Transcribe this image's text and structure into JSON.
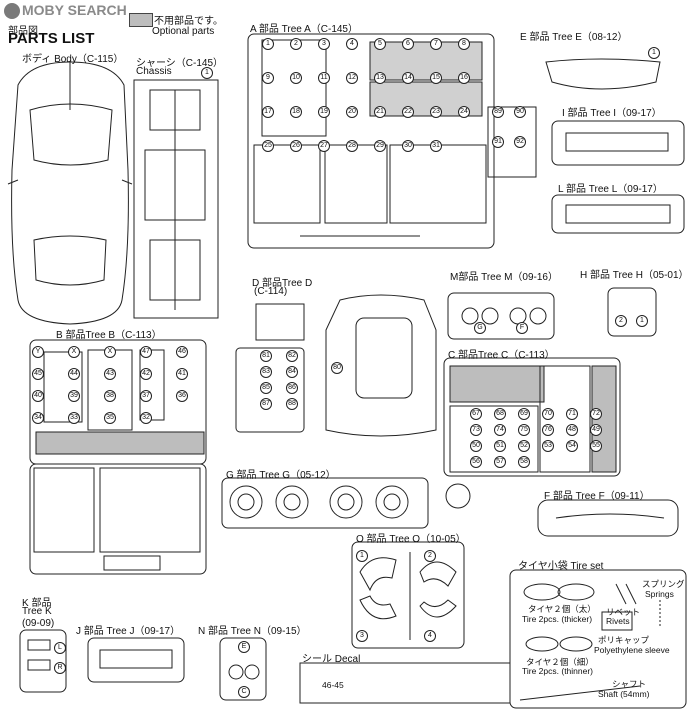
{
  "watermark": "MOBY SEARCH",
  "header": {
    "jp": "部品図",
    "en": "PARTS LIST",
    "legend_jp": "不用部品です。",
    "legend_en": "Optional parts"
  },
  "parts": {
    "body": "ボディ Body（C-115）",
    "chassis_jp": "シャーシ（C-145）",
    "chassis_en": "Chassis",
    "tree_a": "A 部品 Tree A（C-145）",
    "tree_e": "E 部品 Tree E（08-12）",
    "tree_i": "I 部品 Tree I（09-17）",
    "tree_l": "L 部品 Tree L（09-17）",
    "tree_d": "D 部品Tree D",
    "tree_d_code": "(C-114)",
    "tree_m": "M部品 Tree M（09-16）",
    "tree_h": "H 部品 Tree H（05-01）",
    "tree_b": "B 部品Tree B（C-113）",
    "tree_c": "C 部品Tree C（C-113）",
    "tree_g": "G 部品 Tree G（05-12）",
    "tree_f": "F 部品 Tree F（09-11）",
    "tree_o": "O 部品 Tree O（10-05）",
    "tree_k_1": "K 部品",
    "tree_k_2": "Tree K",
    "tree_k_3": "(09-09)",
    "tree_j": "J 部品 Tree J（09-17）",
    "tree_n": "N 部品 Tree N（09-15）",
    "decal": "シール Decal"
  },
  "tire_set": {
    "title": "タイヤ小袋 Tire set",
    "springs_jp": "スプリング",
    "springs_en": "Springs",
    "tire_thick_jp": "タイヤ２個（太）",
    "tire_thick_en": "Tire 2pcs. (thicker)",
    "rivets_jp": "リベット",
    "rivets_en": "Rivets",
    "poly_jp": "ポリキャップ",
    "poly_en": "Polyethylene sleeve",
    "tire_thin_jp": "タイヤ２個（細）",
    "tire_thin_en": "Tire 2pcs. (thinner)",
    "shaft_jp": "シャフト",
    "shaft_en": "Shaft (54mm)"
  },
  "markers": {
    "chassis": "1",
    "tree_e": "1",
    "tree_a": [
      "1",
      "2",
      "3",
      "4",
      "5",
      "6",
      "7",
      "8",
      "9",
      "10",
      "11",
      "12",
      "13",
      "14",
      "15",
      "16",
      "17",
      "18",
      "19",
      "20",
      "21",
      "22",
      "23",
      "24",
      "25",
      "26",
      "27",
      "28",
      "29",
      "30",
      "31"
    ],
    "tree_i_side": [
      "89",
      "90",
      "91",
      "92"
    ],
    "tree_d": [
      "81",
      "82",
      "83",
      "84",
      "85",
      "86",
      "87",
      "88"
    ],
    "tree_d_body": "80",
    "tree_m": [
      "G",
      "F"
    ],
    "tree_h": [
      "2",
      "1"
    ],
    "tree_b": [
      "Y",
      "X",
      "X",
      "47",
      "46",
      "45",
      "44",
      "43",
      "42",
      "41",
      "40",
      "39",
      "38",
      "37",
      "36",
      "34",
      "33",
      "35",
      "32"
    ],
    "tree_c": [
      "67",
      "68",
      "69",
      "70",
      "71",
      "72",
      "73",
      "74",
      "75",
      "76",
      "48",
      "49",
      "50",
      "51",
      "52",
      "53",
      "54",
      "55",
      "56",
      "57",
      "58"
    ],
    "tree_o": [
      "1",
      "2",
      "3",
      "4"
    ],
    "tree_k": [
      "L",
      "R"
    ],
    "tree_n": [
      "E",
      "C"
    ]
  },
  "decal_sample": "46-45"
}
